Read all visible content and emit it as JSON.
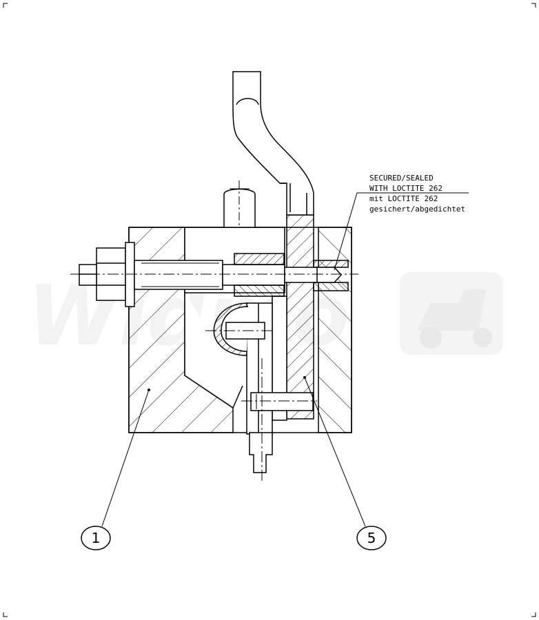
{
  "watermark": {
    "text": "Widmo",
    "icon": "tractor-logo-icon"
  },
  "note": {
    "line1": "SECURED/SEALED",
    "line2": "WITH LOCTITE 262",
    "line3": "mit LOCTITE 262",
    "line4": "gesichert/abgedichtet"
  },
  "balloons": [
    {
      "label": "1"
    },
    {
      "label": "5"
    }
  ]
}
